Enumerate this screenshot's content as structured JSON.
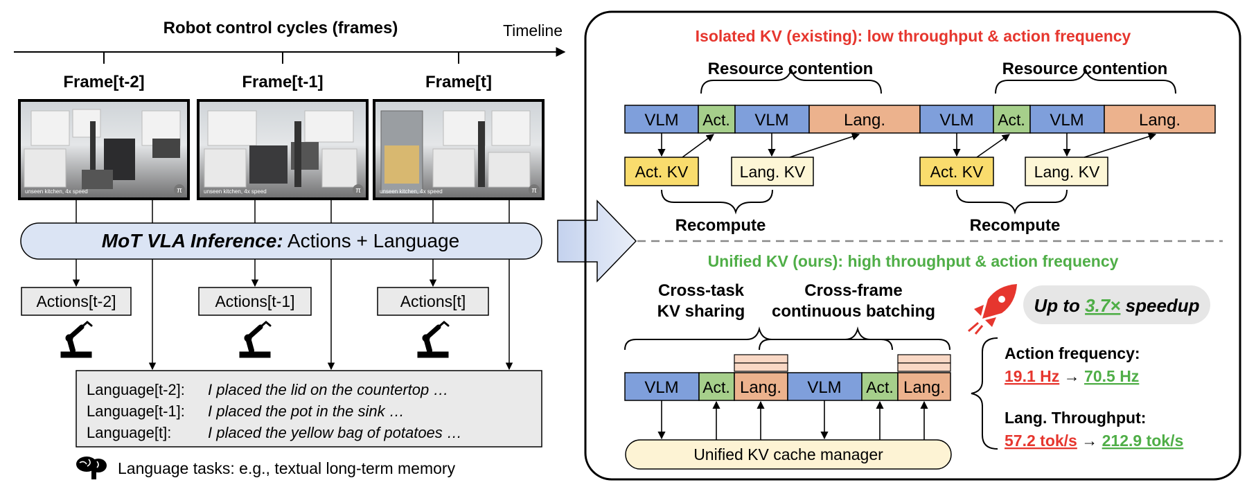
{
  "timeline": {
    "title": "Robot control cycles (frames)",
    "label": "Timeline"
  },
  "frames": [
    {
      "label": "Frame[t-2]",
      "caption": "unseen kitchen, 4x speed",
      "logo": "π",
      "action": "Actions[t-2]",
      "lang_prefix": "Language[t-2]:",
      "lang_text": "I placed the lid on the countertop …"
    },
    {
      "label": "Frame[t-1]",
      "caption": "unseen kitchen, 4x speed",
      "logo": "π",
      "action": "Actions[t-1]",
      "lang_prefix": "Language[t-1]:",
      "lang_text": "I placed the pot in the sink …"
    },
    {
      "label": "Frame[t]",
      "caption": "unseen kitchen, 4x speed",
      "logo": "π",
      "action": "Actions[t]",
      "lang_prefix": "Language[t]:",
      "lang_text": "I placed the yellow bag of potatoes …"
    }
  ],
  "inference": {
    "bold": "MoT VLA Inference:",
    "rest": " Actions + Language"
  },
  "language_tasks": "Language tasks: e.g., textual long-term memory",
  "isolated": {
    "title": "Isolated KV (existing): low throughput & action frequency",
    "contention": "Resource contention",
    "recompute": "Recompute",
    "vlm": "VLM",
    "act": "Act.",
    "lang": "Lang.",
    "act_kv": "Act. KV",
    "lang_kv": "Lang. KV"
  },
  "unified": {
    "title": "Unified KV (ours): high throughput & action frequency",
    "cross_task": [
      "Cross-task",
      "KV sharing"
    ],
    "cross_frame": [
      "Cross-frame",
      "continuous batching"
    ],
    "manager": "Unified KV cache manager",
    "vlm": "VLM",
    "act": "Act.",
    "lang": "Lang."
  },
  "speedup": {
    "prefix": "Up to ",
    "value": "3.7×",
    "suffix": " speedup"
  },
  "metrics": [
    {
      "label": "Action frequency:",
      "before": "19.1 Hz",
      "arrow": " → ",
      "after": "70.5 Hz"
    },
    {
      "label": "Lang. Throughput:",
      "before": "57.2 tok/s",
      "arrow": " → ",
      "after": "212.9 tok/s"
    }
  ],
  "colors": {
    "vlm": "#7f9fdb",
    "act": "#a6cf8b",
    "lang": "#ecb28d",
    "lang_light": "#f9d8c5",
    "act_kv": "#f9dc6d",
    "lang_kv": "#fdf6d6",
    "red": "#e6362e",
    "green": "#4fae47",
    "inference_bg": "#dbe4f4",
    "gray_box": "#eaeaea",
    "manager_bg": "#fdf3d4"
  }
}
